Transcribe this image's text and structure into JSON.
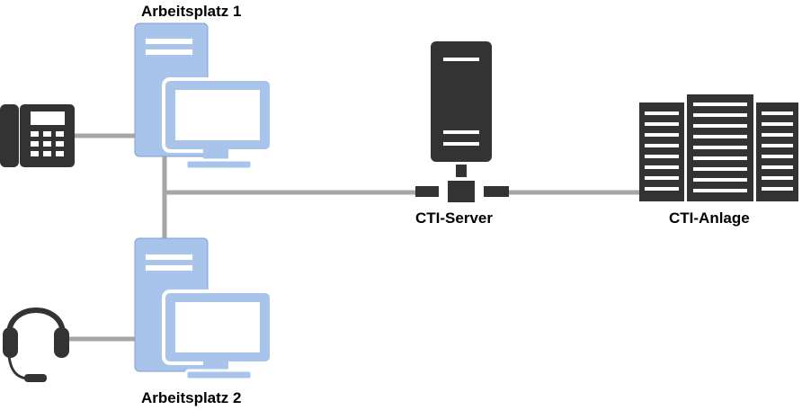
{
  "labels": {
    "workstation_1": "Arbeitsplatz 1",
    "workstation_2": "Arbeitsplatz 2",
    "cti_server": "CTI-Server",
    "cti_system": "CTI-Anlage"
  },
  "colors": {
    "workstation_fill": "#a9c4eb",
    "workstation_stroke": "#7f9fcf",
    "server_fill": "#333333",
    "connector": "#a6a6a6",
    "device": "#333333"
  },
  "icons": {
    "phone": "desk-phone-icon",
    "headset": "headset-icon",
    "workstation": "workstation-icon",
    "server": "server-icon",
    "pbx": "pbx-rack-icon"
  }
}
